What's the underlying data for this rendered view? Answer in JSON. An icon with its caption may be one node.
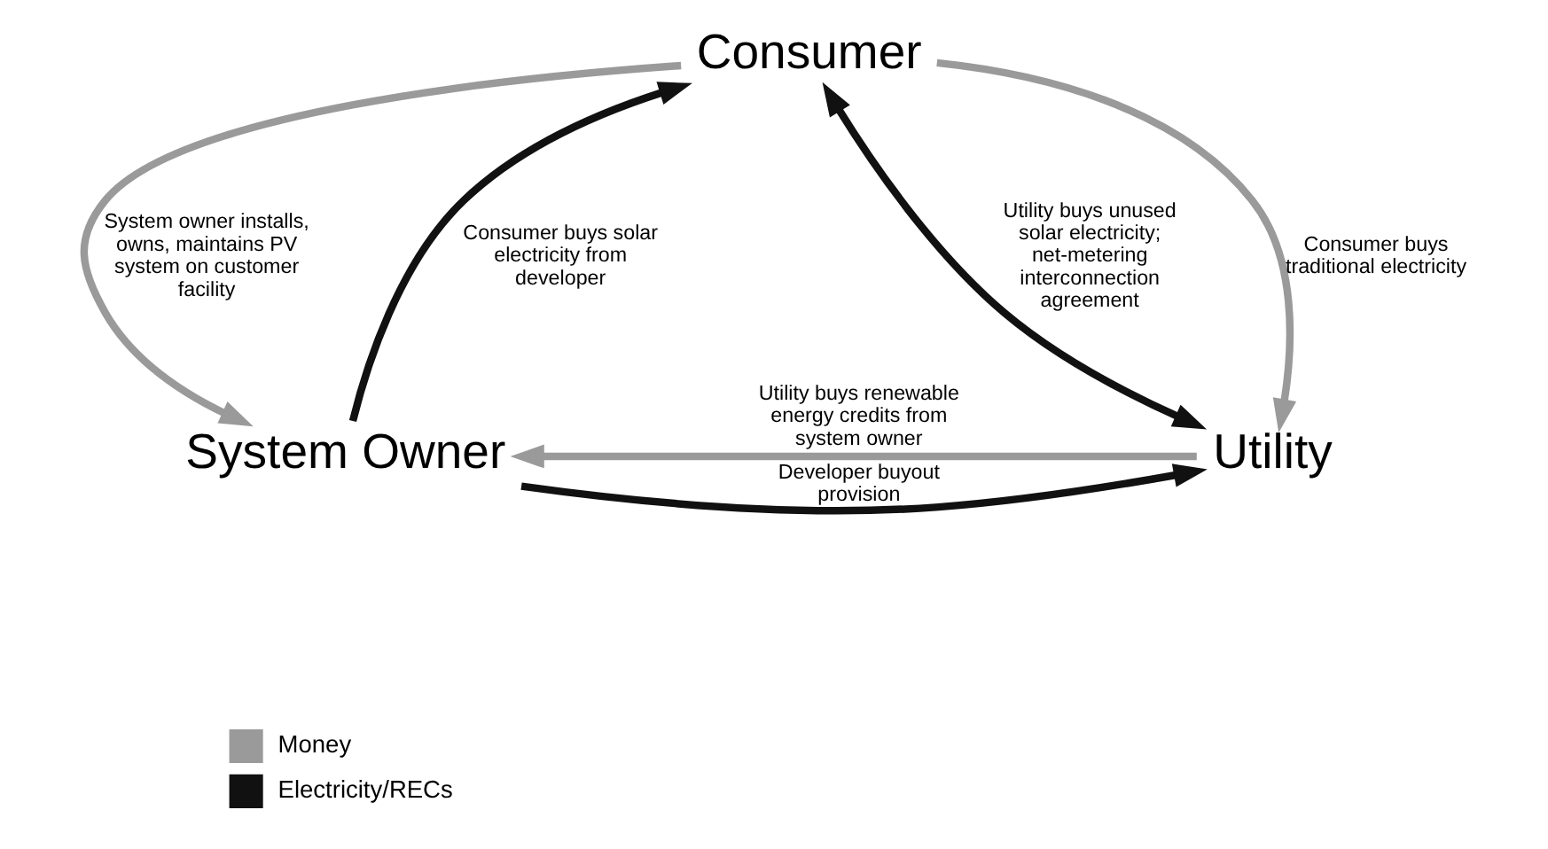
{
  "diagram": {
    "nodes": [
      {
        "text": [
          "Consumer"
        ]
      },
      {
        "text": [
          "System Owner"
        ]
      },
      {
        "text": [
          "Utility"
        ]
      }
    ],
    "edges": [
      {
        "from": 1,
        "to": 0,
        "arrow": "to",
        "color": "#111111",
        "label": "Consumer buys solar electricity from developer"
      },
      {
        "from": 0,
        "to": 1,
        "arrow": "to",
        "color": "#9a9a9a",
        "label": "System owner installs, owns, maintains PV system on customer facility"
      },
      {
        "from": 0,
        "to": 2,
        "arrow": "both",
        "color": "#111111",
        "label": "Utility buys unused solar electricity; net-metering interconnection agreement"
      },
      {
        "from": 0,
        "to": 2,
        "arrow": "to",
        "color": "#9a9a9a",
        "label": "Consumer buys traditional electricity"
      },
      {
        "from": 2,
        "to": 1,
        "arrow": "to",
        "color": "#9a9a9a",
        "label": "Utility buys renewable energy credits from system owner"
      },
      {
        "from": 1,
        "to": 2,
        "arrow": "to",
        "color": "#111111",
        "label": "Developer buyout provision"
      }
    ],
    "legend": [
      {
        "text": "Money",
        "color": "#9a9a9a"
      },
      {
        "text": "Electricity/RECs",
        "color": "#111111"
      }
    ]
  }
}
